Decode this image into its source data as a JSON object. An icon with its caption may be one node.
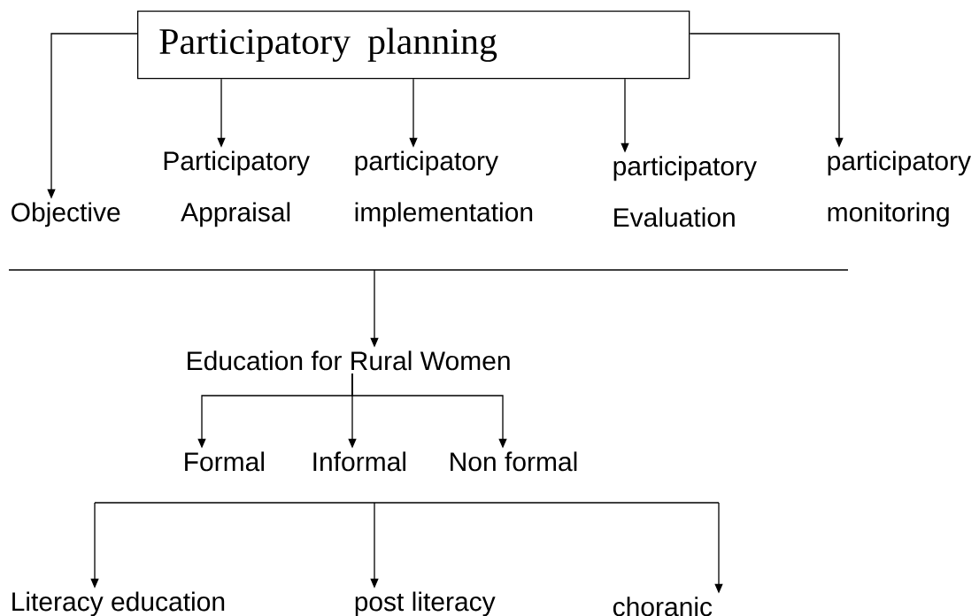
{
  "diagram": {
    "nodes": [
      {
        "text": [
          "Participatory planning"
        ]
      },
      {
        "text": [
          "Objective"
        ]
      },
      {
        "text": [
          "Participatory Appraisal"
        ]
      },
      {
        "text": [
          "participatory implementation"
        ]
      },
      {
        "text": [
          "participatory Evaluation"
        ]
      },
      {
        "text": [
          "participatory monitoring"
        ]
      },
      {
        "text": [
          "Education for Rural Women"
        ]
      },
      {
        "text": [
          "Formal"
        ]
      },
      {
        "text": [
          "Informal"
        ]
      },
      {
        "text": [
          "Non formal"
        ]
      },
      {
        "text": [
          "Literacy education"
        ]
      },
      {
        "text": [
          "post literacy"
        ]
      },
      {
        "text": [
          "choranic"
        ]
      }
    ],
    "edges": [
      {
        "from": 0,
        "to": 1,
        "arrow": "to"
      },
      {
        "from": 0,
        "to": 2,
        "arrow": "to"
      },
      {
        "from": 0,
        "to": 3,
        "arrow": "to"
      },
      {
        "from": 0,
        "to": 4,
        "arrow": "to"
      },
      {
        "from": 0,
        "to": 5,
        "arrow": "to"
      },
      {
        "from": null,
        "to": 6,
        "arrow": "to"
      },
      {
        "from": 6,
        "to": 7,
        "arrow": "to"
      },
      {
        "from": 6,
        "to": 8,
        "arrow": "to"
      },
      {
        "from": 6,
        "to": 9,
        "arrow": "to"
      },
      {
        "from": null,
        "to": 10,
        "arrow": "to"
      },
      {
        "from": null,
        "to": 11,
        "arrow": "to"
      },
      {
        "from": null,
        "to": 12,
        "arrow": "to"
      }
    ]
  }
}
